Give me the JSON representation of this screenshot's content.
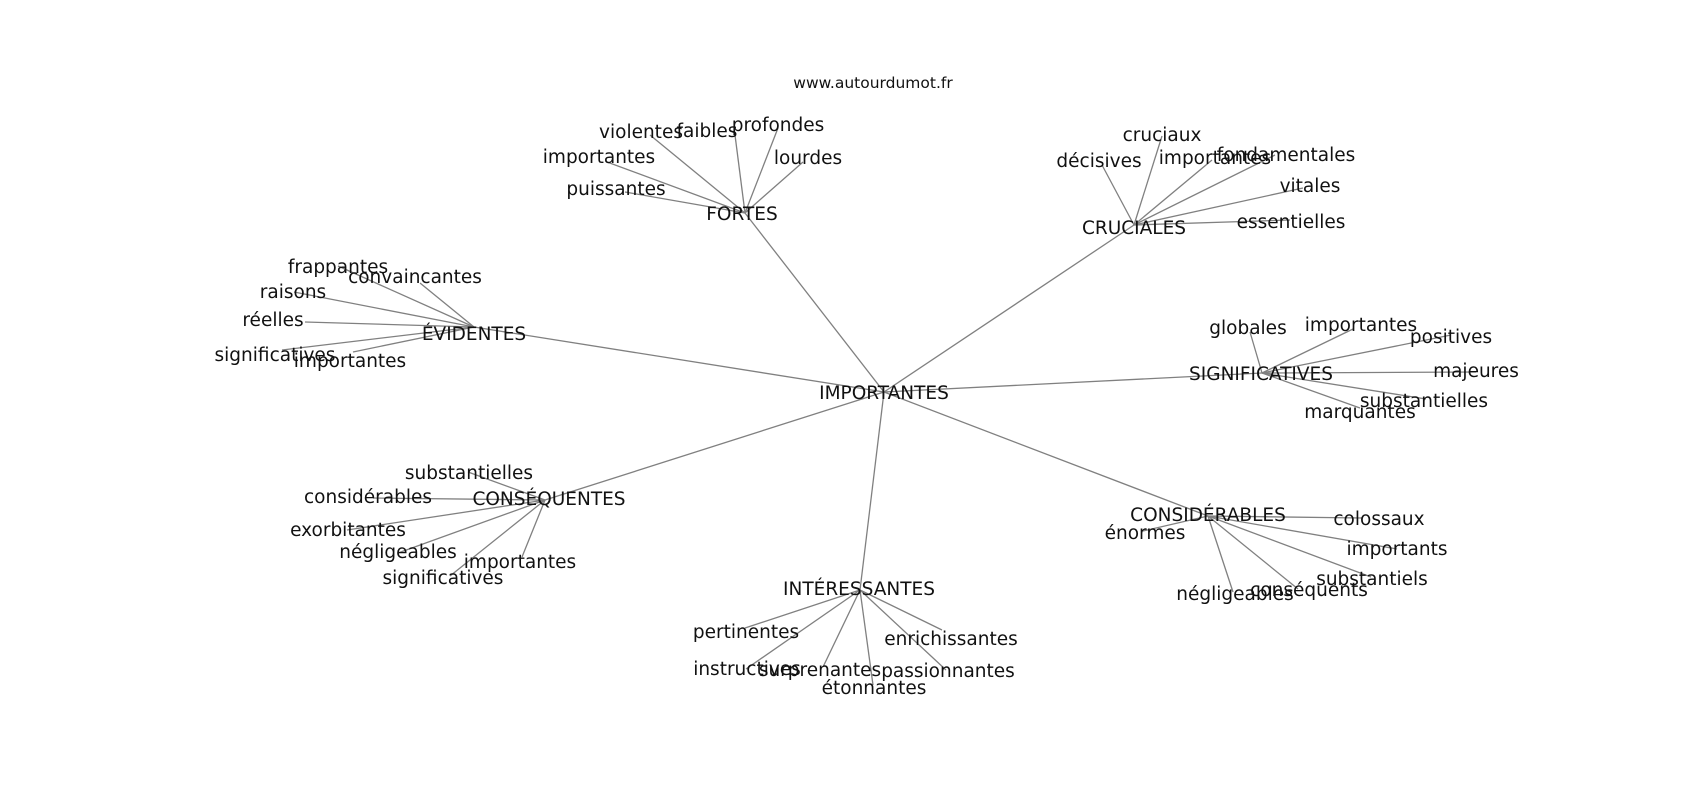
{
  "site_credit": "www.autourdumot.fr",
  "center": "IMPORTANTES",
  "clusters": [
    {
      "label": "FORTES",
      "words": [
        "violentes",
        "faibles",
        "profondes",
        "importantes",
        "lourdes",
        "puissantes"
      ]
    },
    {
      "label": "CRUCIALES",
      "words": [
        "cruciaux",
        "décisives",
        "importantes",
        "fondamentales",
        "vitales",
        "essentielles"
      ]
    },
    {
      "label": "ÉVIDENTES",
      "words": [
        "frappantes",
        "convaincantes",
        "raisons",
        "réelles",
        "significatives",
        "importantes"
      ]
    },
    {
      "label": "SIGNIFICATIVES",
      "words": [
        "globales",
        "importantes",
        "positives",
        "majeures",
        "substantielles",
        "marquantes"
      ]
    },
    {
      "label": "CONSÉQUENTES",
      "words": [
        "substantielles",
        "considérables",
        "exorbitantes",
        "négligeables",
        "importantes",
        "significatives"
      ]
    },
    {
      "label": "CONSIDÉRABLES",
      "words": [
        "colossaux",
        "énormes",
        "importants",
        "substantiels",
        "conséquents",
        "négligeables"
      ]
    },
    {
      "label": "INTÉRESSANTES",
      "words": [
        "pertinentes",
        "enrichissantes",
        "instructives",
        "surprenantes",
        "passionnantes",
        "étonnantes"
      ]
    }
  ],
  "colors": {
    "edge": "#808080",
    "text": "#111111",
    "background": "#ffffff"
  }
}
